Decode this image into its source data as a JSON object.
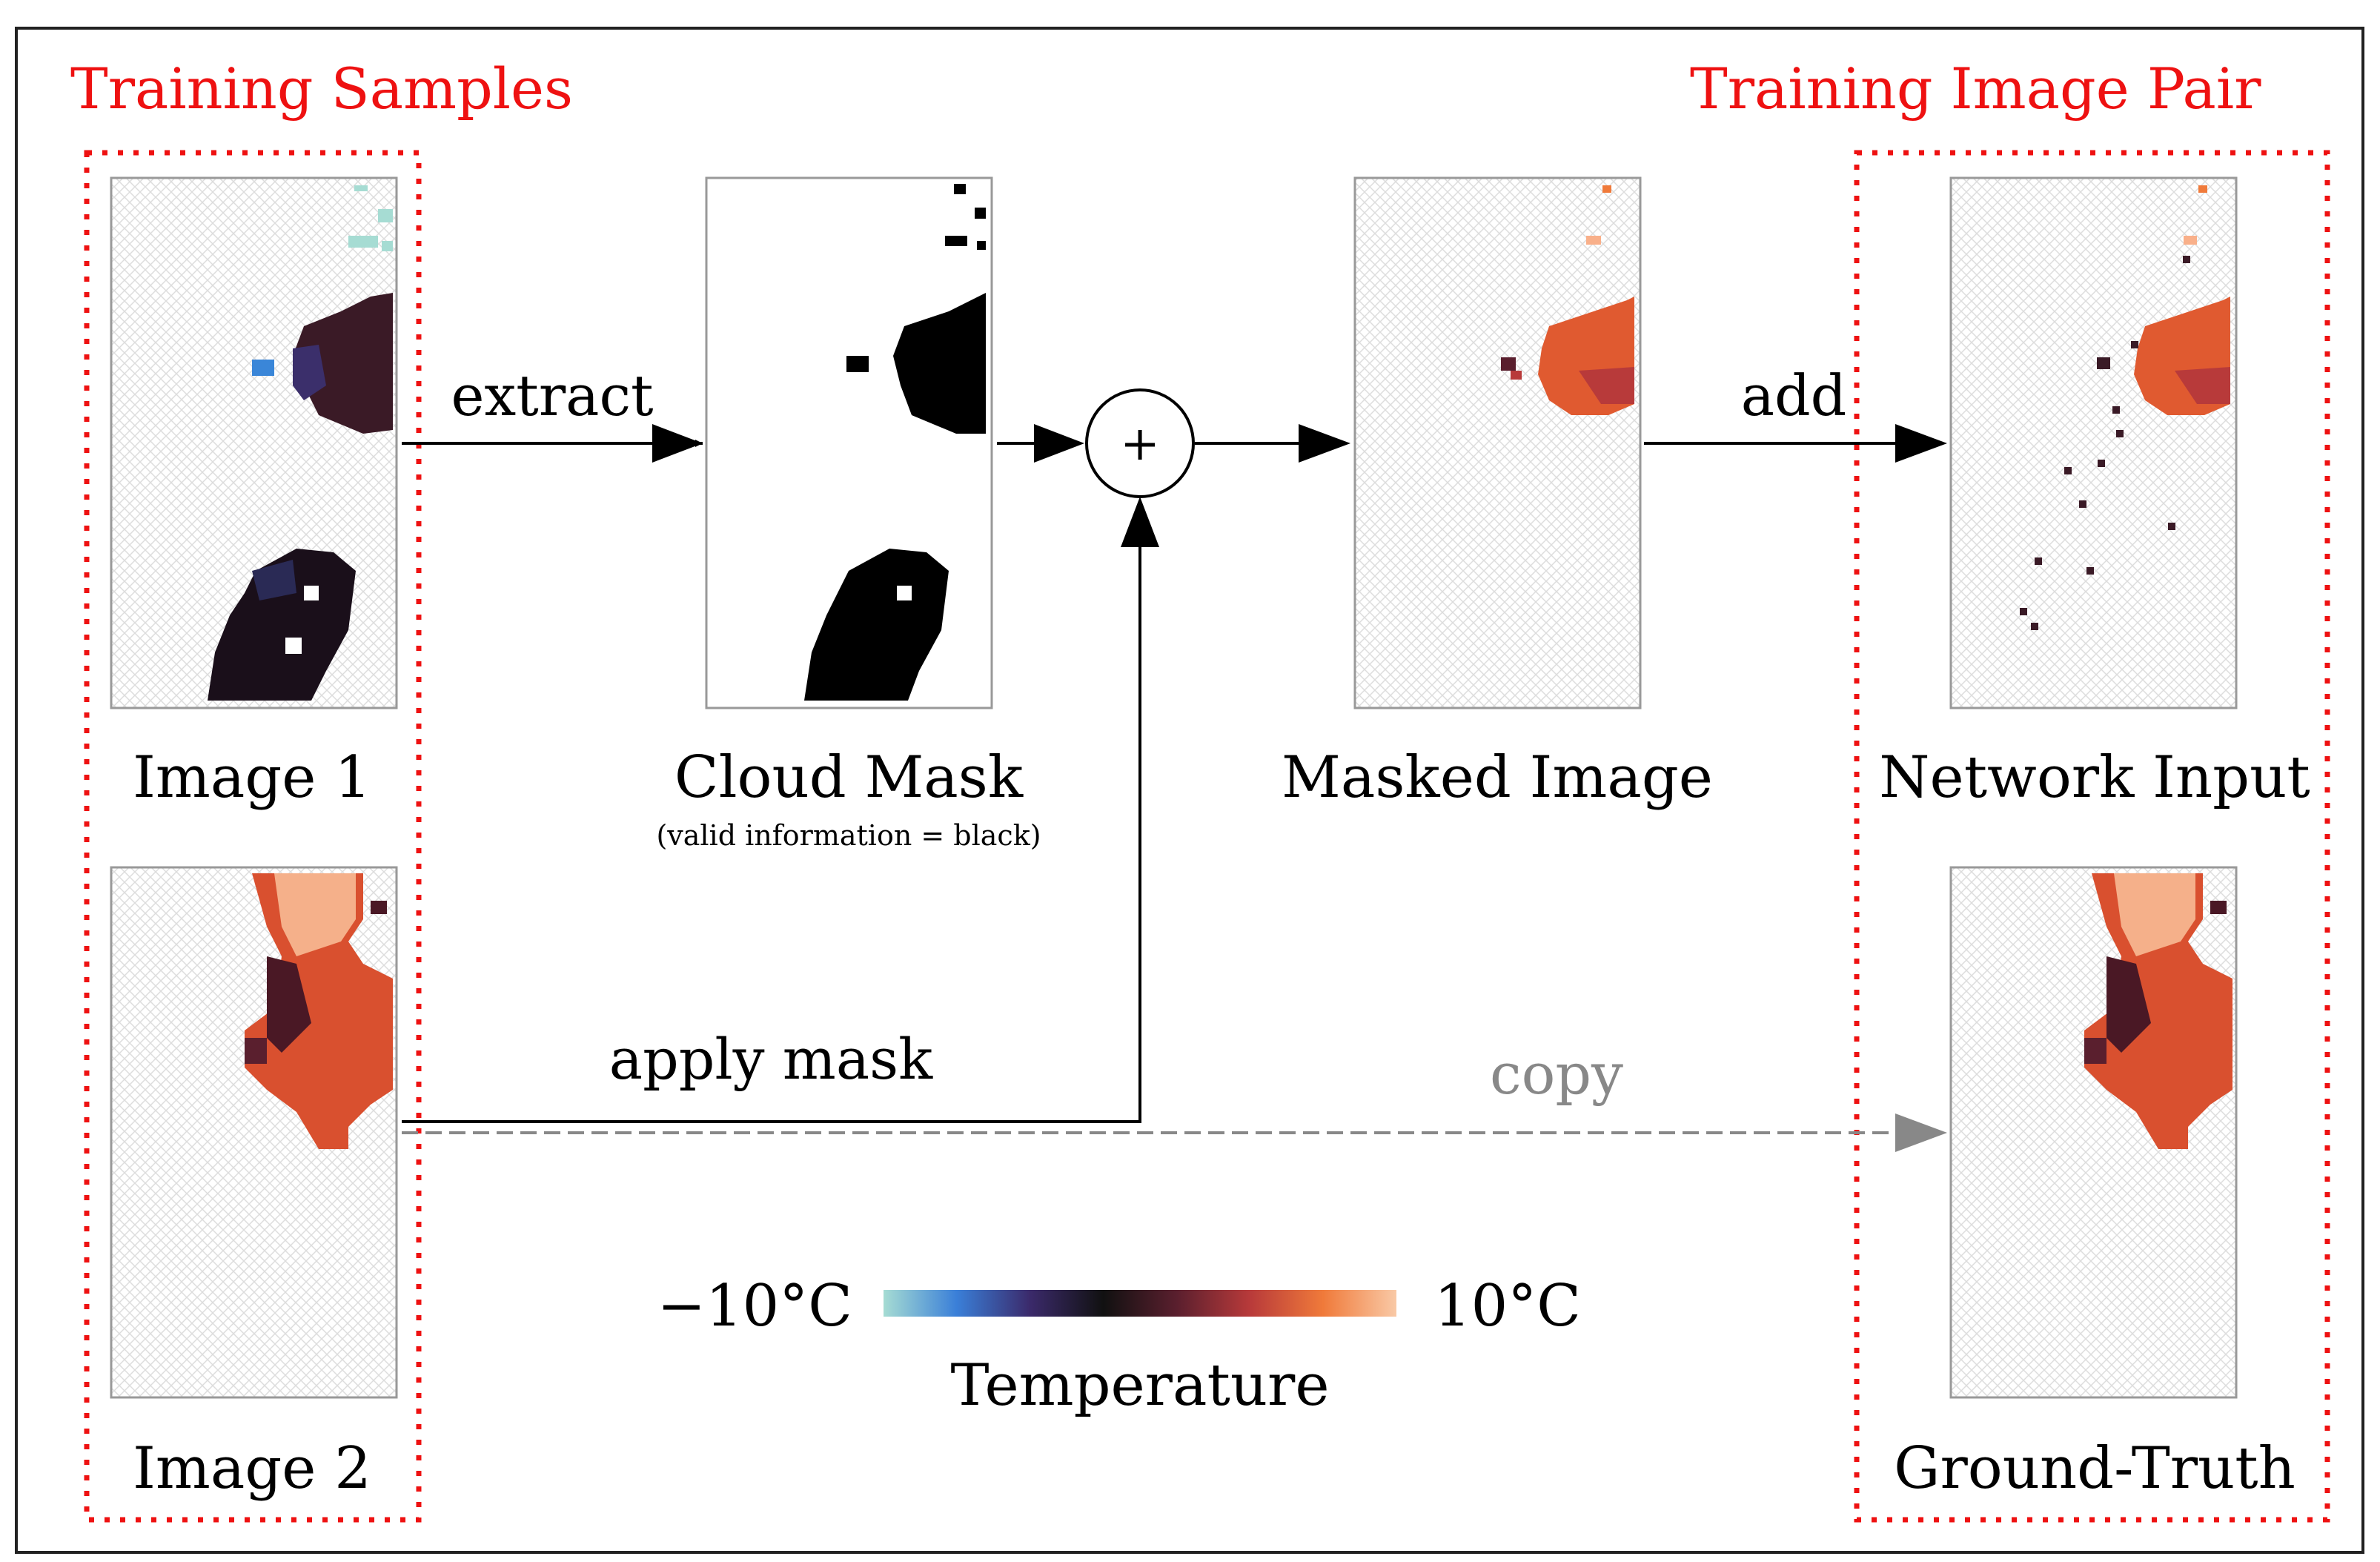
{
  "groups": {
    "training_samples": "Training Samples",
    "training_pair": "Training Image Pair"
  },
  "panels": {
    "image1": "Image 1",
    "image2": "Image 2",
    "cloud_mask": "Cloud Mask",
    "cloud_mask_note": "(valid information = black)",
    "masked_image": "Masked Image",
    "network_input": "Network Input",
    "ground_truth": "Ground-Truth"
  },
  "steps": {
    "extract": "extract",
    "combine": "+",
    "add": "add",
    "apply_mask": "apply mask",
    "copy": "copy"
  },
  "colorbar": {
    "min_label": "−10°C",
    "max_label": "10°C",
    "title": "Temperature",
    "stops": [
      "#a6dcd3",
      "#3a7fd8",
      "#3b2a6b",
      "#111111",
      "#5a1f2e",
      "#b83a3a",
      "#f07a3a",
      "#f9c9a6"
    ]
  },
  "colors": {
    "highlight_red": "#ee1111",
    "frame": "#222222",
    "copy_gray": "#888888"
  }
}
